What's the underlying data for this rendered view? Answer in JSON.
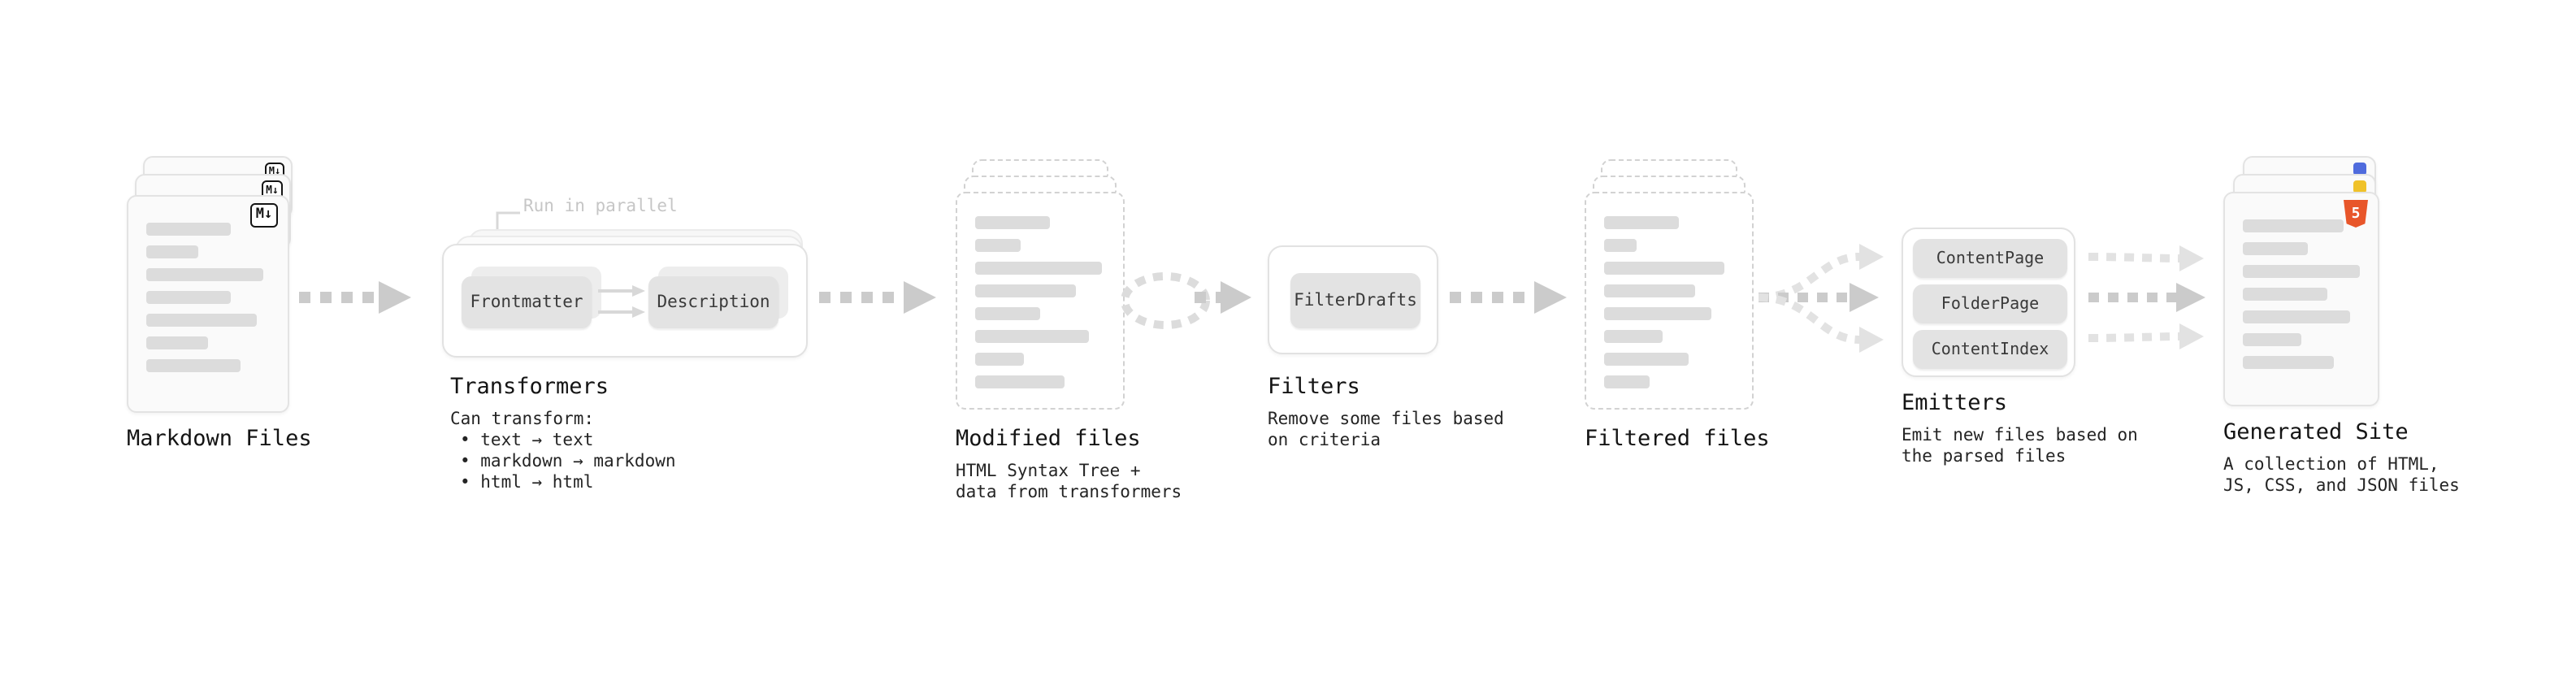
{
  "colors": {
    "arrow": "#cbcbcb",
    "arrow_light": "#e2e2e2",
    "bar": "#dcdcdc",
    "button_bg": "#e3e3e3",
    "card_border": "#e2e2e2",
    "text": "#1c1c1c",
    "muted_text": "#c6c6c6",
    "html5_orange": "#e8562a",
    "css_blue": "#4f6bdd",
    "js_yellow": "#f0c229"
  },
  "nodes": {
    "markdown_files": {
      "label": "Markdown Files",
      "badge": "M↓",
      "bars": [
        52,
        32,
        72,
        52,
        68,
        38,
        58
      ]
    },
    "transformers": {
      "label": "Transformers",
      "annotation": "Run in parallel",
      "step1": "Frontmatter",
      "step2": "Description",
      "caption_title": "Can transform:",
      "caption_items": [
        "• text → text",
        "• markdown → markdown",
        "• html → html"
      ]
    },
    "modified_files": {
      "label": "Modified files",
      "caption_line1": "HTML Syntax Tree +",
      "caption_line2": "data from transformers",
      "bars": [
        46,
        28,
        78,
        62,
        40,
        70,
        30,
        55
      ]
    },
    "filters": {
      "label": "Filters",
      "step1": "FilterDrafts",
      "caption_line1": "Remove some files based",
      "caption_line2": "on criteria"
    },
    "filtered_files": {
      "label": "Filtered files",
      "bars": [
        46,
        20,
        74,
        56,
        66,
        36,
        52,
        28
      ]
    },
    "emitters": {
      "label": "Emitters",
      "step1": "ContentPage",
      "step2": "FolderPage",
      "step3": "ContentIndex",
      "caption_line1": "Emit new files based on",
      "caption_line2": "the parsed files"
    },
    "generated_site": {
      "label": "Generated Site",
      "badge": "5",
      "caption_line1": "A collection of HTML,",
      "caption_line2": "JS, CSS, and JSON files",
      "bars": [
        62,
        40,
        72,
        52,
        66,
        36,
        56
      ]
    }
  }
}
